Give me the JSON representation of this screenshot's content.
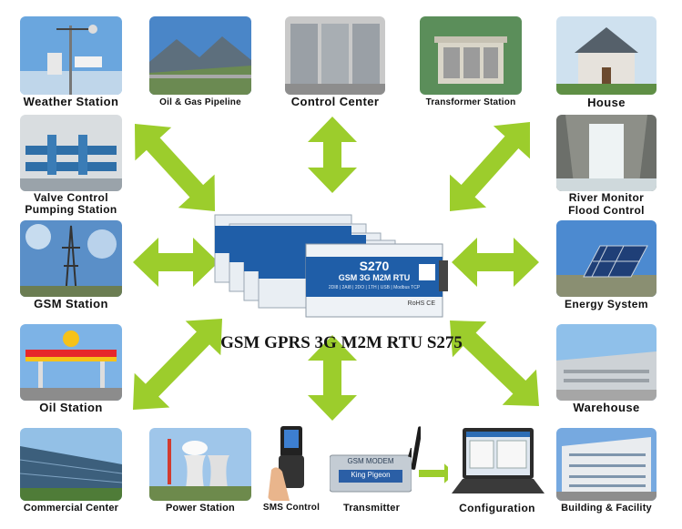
{
  "headline": "GSM GPRS 3G M2M RTU  S275",
  "device": {
    "model": "S270",
    "subtitle": "GSM 3G M2M RTU",
    "specs": "2DI8 | 2AI8 | 2DO | 1TH | USB | Modbus TCP",
    "cert": "RoHS CE"
  },
  "modem": {
    "brand": "GSM MODEM",
    "maker": "King Pigeon"
  },
  "labels": {
    "weather": "Weather Station",
    "pipeline": "Oil & Gas Pipeline",
    "control": "Control Center",
    "transformer": "Transformer Station",
    "house": "House",
    "valve1": "Valve Control",
    "valve2": "Pumping Station",
    "river1": "River Monitor",
    "river2": "Flood Control",
    "gsm": "GSM Station",
    "energy": "Energy System",
    "oil": "Oil Station",
    "warehouse": "Warehouse",
    "commercial": "Commercial Center",
    "power": "Power Station",
    "sms": "SMS Control",
    "transmitter": "Transmitter",
    "configuration": "Configuration",
    "building": "Building & Facility"
  },
  "colors": {
    "arrow": "#9ccd2c",
    "sky": "#5b9bd8",
    "device_blue": "#1f5ea8"
  }
}
